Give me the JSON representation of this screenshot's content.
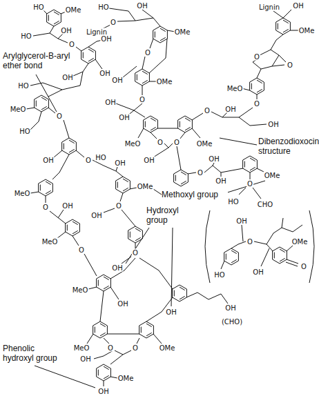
{
  "diagram": {
    "labels": [
      "Arylglycerol-B-aryl ether bond",
      "Dibenzodioxocin structure",
      "Methoxyl group",
      "Hydroxyl group",
      "Phenolic hydroxyl group",
      "HO",
      "OH",
      "O",
      "Lignin",
      "OMe",
      "O",
      "OH",
      "OMe",
      "O",
      "OH",
      "OH",
      "MeO",
      "OMe",
      "O",
      "O",
      "OH",
      "O",
      "OH",
      "OH",
      "O",
      "MeO",
      "Lignin",
      "OH",
      "OMe",
      "O",
      "O",
      "O",
      "OH",
      "OH",
      "OMe",
      "O",
      "HO",
      "CHO",
      "HO",
      "OMe",
      "HO",
      "OH",
      "O",
      "OH",
      "OH",
      "OH",
      "HO",
      "MeO",
      "O",
      "HO",
      "OH",
      "O",
      "MeO",
      "O",
      "OH",
      "MeO",
      "O",
      "HO",
      "OH",
      "OMe",
      "O",
      "OH",
      "O",
      "OH",
      "MeO",
      "OH",
      "OH",
      "OH",
      "(CHO)",
      "MeO",
      "OMe",
      "O",
      "O",
      "OH",
      "OMe",
      "OH",
      "OH",
      "O",
      "HO",
      "OMe",
      "O",
      "OH"
    ]
  }
}
